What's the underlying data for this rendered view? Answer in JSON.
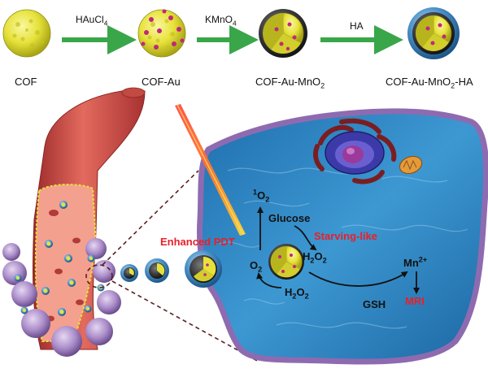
{
  "top_row": {
    "stages": [
      {
        "label": "COF"
      },
      {
        "label": "COF-Au"
      },
      {
        "label": "COF-Au-MnO",
        "sub": "2"
      },
      {
        "label": "COF-Au-MnO",
        "sub": "2",
        "suffix": "-HA"
      }
    ],
    "reagents": [
      {
        "text": "HAuCl",
        "sub": "4"
      },
      {
        "text": "KMnO",
        "sub": "4"
      },
      {
        "text": "HA",
        "sub": ""
      }
    ]
  },
  "cell": {
    "enhanced_pdt": "Enhanced PDT",
    "starving_like": "Starving-like",
    "singlet_oxygen": {
      "sup": "1",
      "text": "O",
      "sub": "2"
    },
    "glucose": "Glucose",
    "h2o2_product": {
      "text": "H",
      "sub1": "2",
      "text2": "O",
      "sub2": "2"
    },
    "o2": {
      "text": "O",
      "sub": "2"
    },
    "h2o2_reactant": {
      "text": "H",
      "sub1": "2",
      "text2": "O",
      "sub2": "2"
    },
    "gsh": "GSH",
    "mn": {
      "text": "Mn",
      "sup": "2+"
    },
    "mri": "MRI"
  },
  "colors": {
    "cof_yellow": "#e6e23a",
    "au_dots": "#c0287a",
    "mno2_shell": "#3a3a3a",
    "ha_shell": "#4a90c8",
    "green_arrow": "#3aa64a",
    "cell_water": "#2f87c4",
    "membrane": "#8e6bb0",
    "vessel": "#d8534f",
    "laser": "#e8202a",
    "emphasis_red": "#e8202a"
  }
}
